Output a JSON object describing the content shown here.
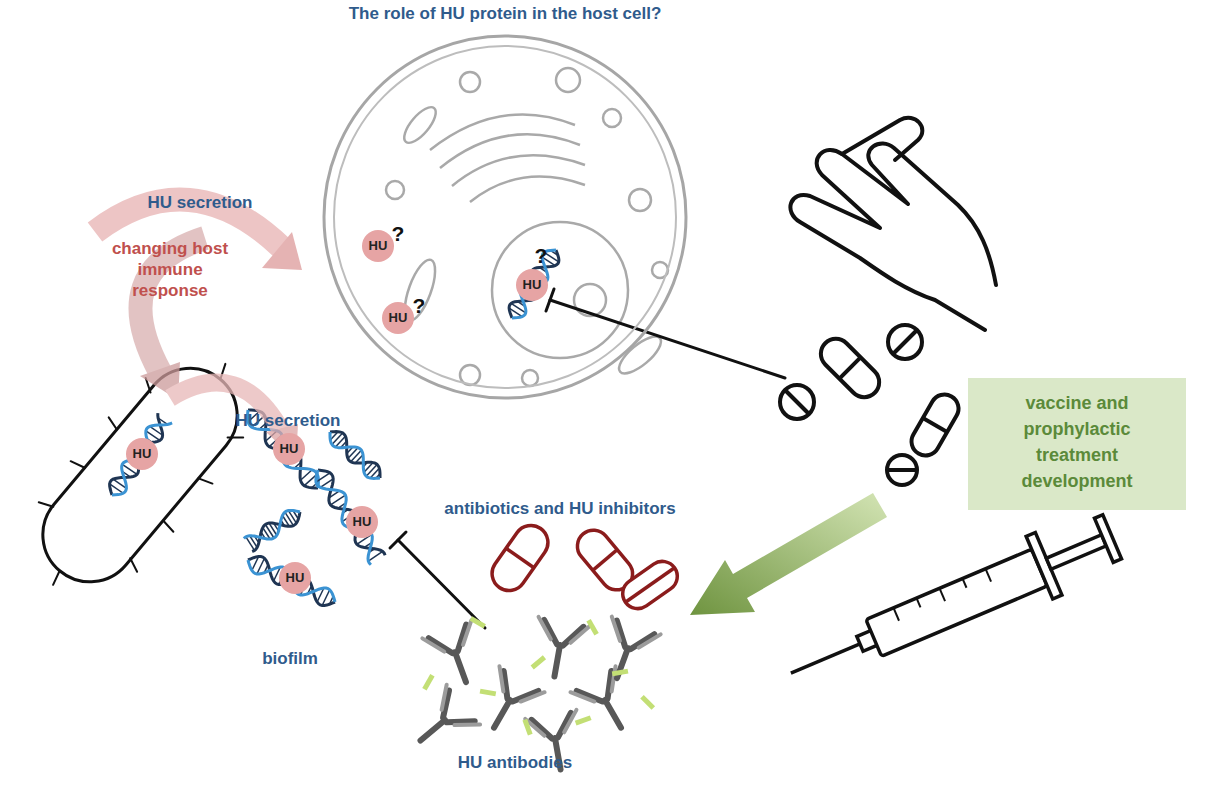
{
  "diagram": {
    "nodes": [
      {
        "text": [
          "The role of HU protein in the host cell?"
        ]
      },
      {
        "text": [
          "HU"
        ],
        "in": 0
      },
      {
        "text": [
          "HU"
        ],
        "in": 0
      },
      {
        "text": [
          "HU"
        ],
        "in": 0
      },
      {
        "text": [
          "HU"
        ]
      },
      {
        "text": [
          "HU"
        ]
      },
      {
        "text": [
          "HU"
        ]
      },
      {
        "text": [
          "HU"
        ]
      },
      {
        "text": [
          "vaccine and prophylactic treatment development"
        ]
      }
    ],
    "labels": [
      "HU secretion",
      "changing host immune response",
      "HU secretion",
      "?",
      "?",
      "?",
      "antibiotics and HU inhibitors",
      "biofilm",
      "HU antibodies"
    ]
  }
}
